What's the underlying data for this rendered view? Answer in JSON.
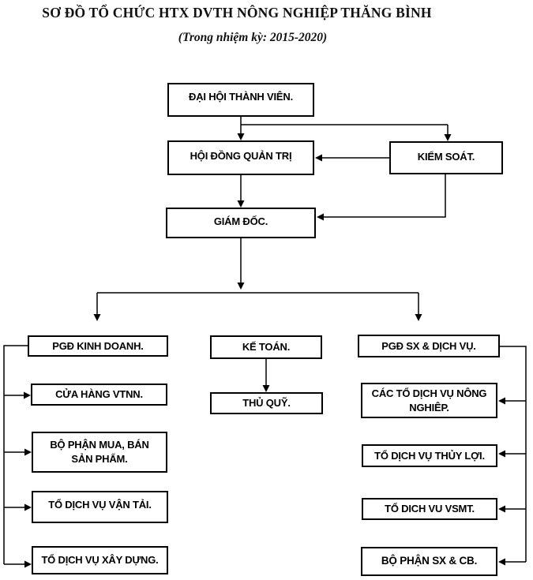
{
  "header": {
    "title": "SƠ ĐỒ TỔ CHỨC HTX DVTH NÔNG NGHIỆP THĂNG BÌNH",
    "subtitle": "(Trong nhiệm kỳ: 2015-2020)"
  },
  "nodes": {
    "dai_hoi": {
      "label": "ĐẠI HỘI THÀNH VIÊN."
    },
    "hoi_dong": {
      "label": "HỘI ĐỒNG QUẢN TRỊ"
    },
    "kiem_soat": {
      "label": "KIỂM SOÁT."
    },
    "giam_doc": {
      "label": "GIÁM ĐỐC."
    },
    "pgd_kinh_doanh": {
      "label": "PGĐ KINH DOANH."
    },
    "ke_toan": {
      "label": "KẾ TOÁN."
    },
    "pgd_sx": {
      "label": "PGĐ SX & DỊCH VỤ."
    },
    "cua_hang": {
      "label": "CỬA HÀNG VTNN."
    },
    "mua_ban": {
      "label": "BỘ PHẬN MUA, BÁN\nSẢN PHẨM."
    },
    "van_tai": {
      "label": "TỔ DỊCH VỤ VẬN TẢI."
    },
    "xay_dung": {
      "label": "TỔ DỊCH VỤ XÂY DỰNG."
    },
    "thu_quy": {
      "label": "THỦ QUỸ."
    },
    "nong_nghiep": {
      "label": "CÁC TỔ DỊCH VỤ NÔNG\nNGHIÊP."
    },
    "thuy_loi": {
      "label": "TỔ DỊCH VỤ THỦY LỢI."
    },
    "vsmt": {
      "label": "TỔ DICH VU VSMT."
    },
    "sx_cb": {
      "label": "BỘ PHẬN SX & CB."
    }
  },
  "edges": [
    "ĐẠI HỘI THÀNH VIÊN → HỘI ĐỒNG QUẢN TRỊ",
    "ĐẠI HỘI THÀNH VIÊN → KIỂM SOÁT",
    "KIỂM SOÁT → HỘI ĐỒNG QUẢN TRỊ",
    "HỘI ĐỒNG QUẢN TRỊ → GIÁM ĐỐC",
    "KIỂM SOÁT → GIÁM ĐỐC",
    "GIÁM ĐỐC → nhánh trái (PGĐ KINH DOANH)",
    "GIÁM ĐỐC → nhánh phải (PGĐ SX & DỊCH VỤ)",
    "KẾ TOÁN → THỦ QUỸ",
    "PGĐ KINH DOANH → CỬA HÀNG VTNN",
    "PGĐ KINH DOANH → BỘ PHẬN MUA, BÁN SẢN PHẨM",
    "PGĐ KINH DOANH → TỔ DỊCH VỤ VẬN TẢI",
    "PGĐ KINH DOANH → TỔ DỊCH VỤ XÂY DỰNG",
    "PGĐ SX & DỊCH VỤ → CÁC TỔ DỊCH VỤ NÔNG NGHIỆP",
    "PGĐ SX & DỊCH VỤ → TỔ DỊCH VỤ THỦY LỢI",
    "PGĐ SX & DỊCH VỤ → TỔ DỊCH VỤ VSMT",
    "PGĐ SX & DỊCH VỤ → BỘ PHẬN SX & CB"
  ],
  "colors": {
    "line": "#000000",
    "box_border": "#000000",
    "background": "#ffffff",
    "text": "#000000"
  }
}
